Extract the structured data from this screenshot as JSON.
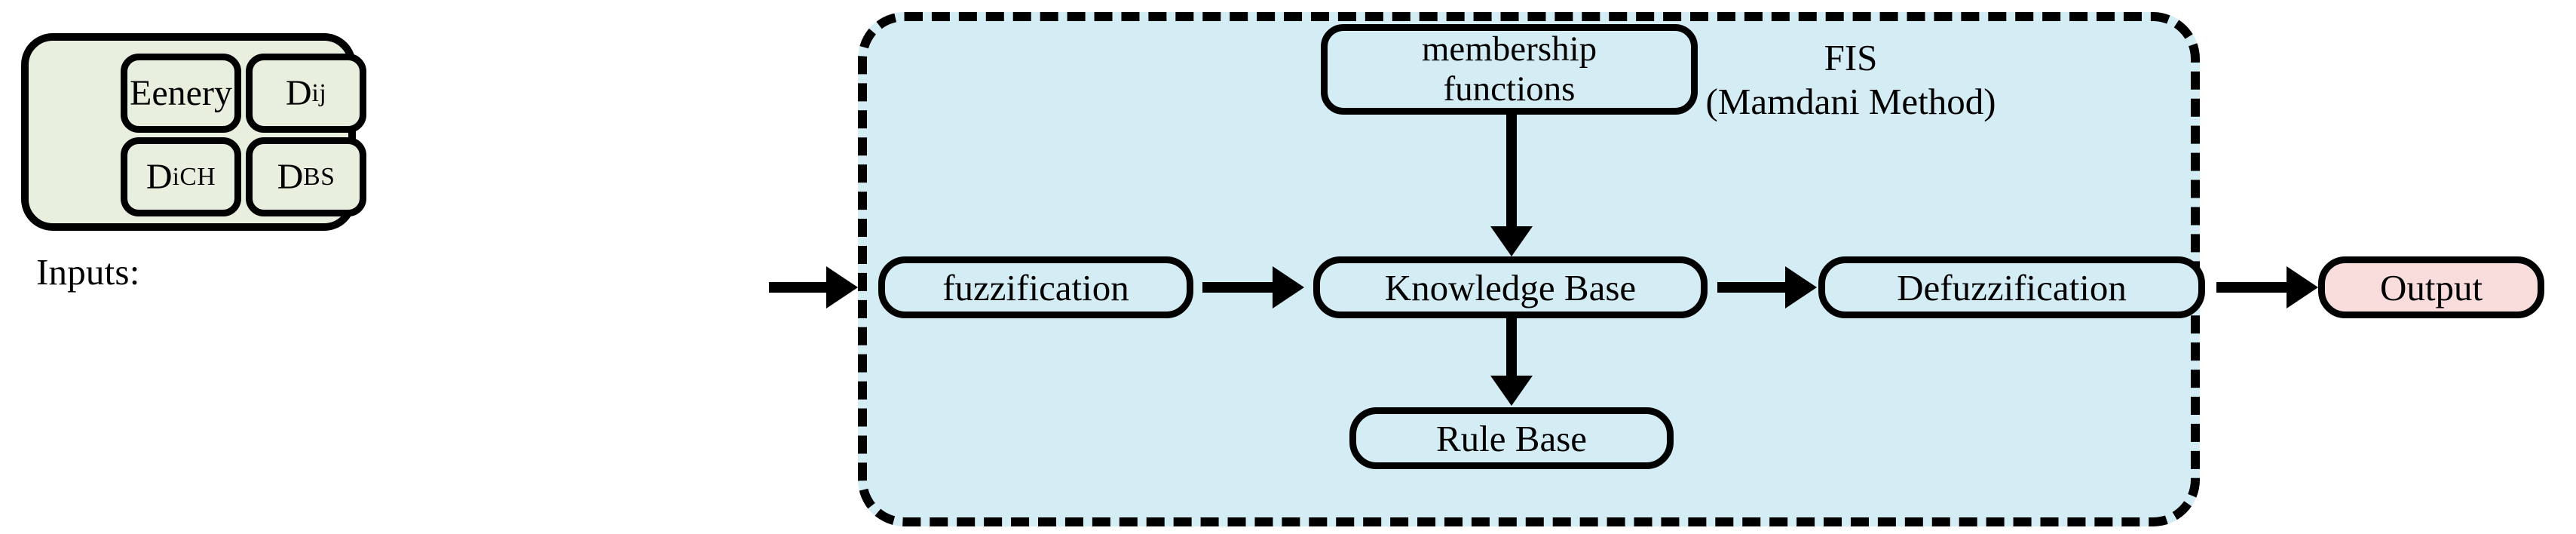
{
  "diagram": {
    "type": "flowchart",
    "title": "Fuzzy Inference System block diagram",
    "colors": {
      "inputs_fill": "#e9efdf",
      "fis_fill": "#d4ecf3",
      "output_fill": "#f9dcdc",
      "stroke": "#000000"
    }
  },
  "inputs": {
    "label": "Inputs:",
    "boxes": [
      {
        "id": "energy",
        "text": "Eenery",
        "sub": ""
      },
      {
        "id": "dij",
        "text": "D",
        "sub": "ij"
      },
      {
        "id": "dich",
        "text": "D",
        "sub": "iCH"
      },
      {
        "id": "dbs",
        "text": "D",
        "sub": "BS"
      }
    ]
  },
  "fis": {
    "title_line1": "FIS",
    "title_line2": "(Mamdani Method)",
    "nodes": {
      "membership_line1": "membership",
      "membership_line2": "functions",
      "fuzzification": "fuzzification",
      "knowledge_base": "Knowledge Base",
      "defuzzification": "Defuzzification",
      "rule_base": "Rule Base"
    }
  },
  "output": {
    "label": "Output"
  },
  "edges": [
    {
      "from": "inputs",
      "to": "fis",
      "direction": "right"
    },
    {
      "from": "fuzzification",
      "to": "knowledge_base",
      "direction": "right"
    },
    {
      "from": "knowledge_base",
      "to": "defuzzification",
      "direction": "right"
    },
    {
      "from": "defuzzification",
      "to": "output",
      "direction": "right"
    },
    {
      "from": "membership",
      "to": "knowledge_base",
      "direction": "down"
    },
    {
      "from": "knowledge_base",
      "to": "rule_base",
      "direction": "down"
    }
  ]
}
